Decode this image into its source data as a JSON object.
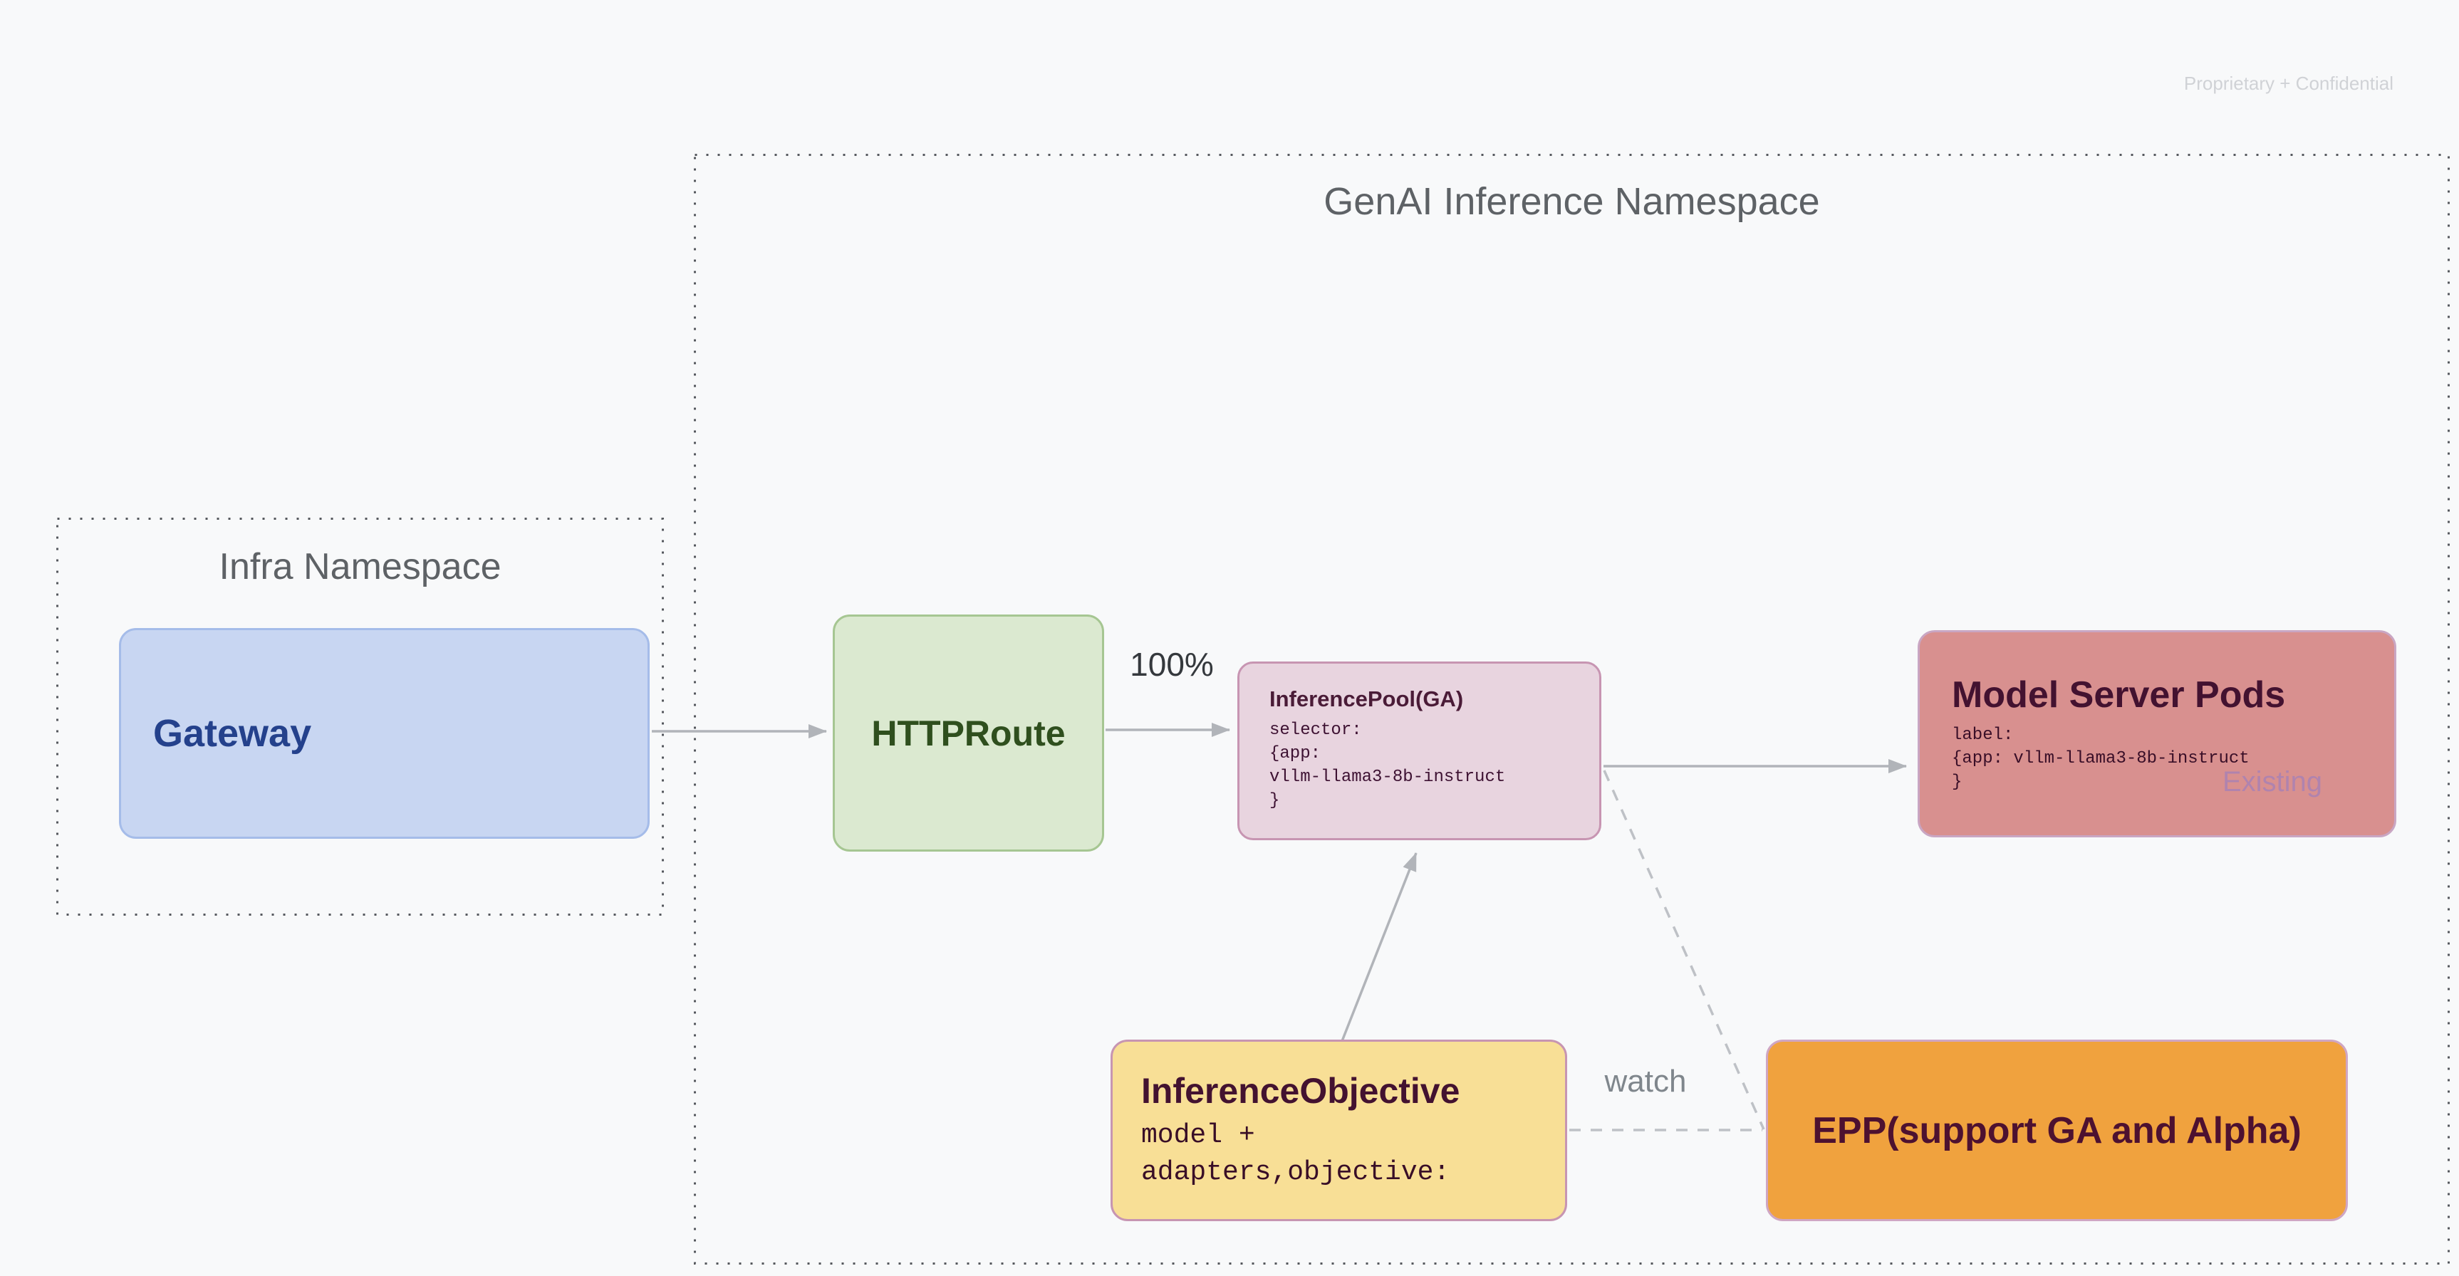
{
  "page": {
    "watermark": "Proprietary + Confidential",
    "background_color": "#f8f9fa"
  },
  "namespaces": {
    "genai": {
      "title": "GenAI Inference Namespace"
    },
    "infra": {
      "title": "Infra Namespace"
    }
  },
  "nodes": {
    "gateway": {
      "title": "Gateway",
      "fill": "#c8d6f2",
      "border": "#a5bce9",
      "text_color": "#24418c"
    },
    "httproute": {
      "title": "HTTPRoute",
      "fill": "#dbe9d0",
      "border": "#a6c692",
      "text_color": "#2f4f1e"
    },
    "inference_pool": {
      "title": "InferencePool(GA)",
      "code": [
        "selector:",
        "{app:",
        "vllm-llama3-8b-instruct",
        "}"
      ],
      "fill": "#e8d4df",
      "border": "#c795b2",
      "text_color": "#4a1b37"
    },
    "model_server_pods": {
      "title": "Model Server Pods",
      "code": [
        "label:",
        "{app: vllm-llama3-8b-instruct",
        "}"
      ],
      "badge": "Existing",
      "fill": "#d8908f",
      "border": "#c9a6c3",
      "text_color": "#431230",
      "badge_color": "#b083ae"
    },
    "inference_objective": {
      "title": "InferenceObjective",
      "code": [
        "model +",
        "adapters,objective:"
      ],
      "fill": "#f8df96",
      "border": "#c795b2",
      "text_color": "#431230"
    },
    "epp": {
      "title": "EPP(support GA and Alpha)",
      "fill": "#f0a23e",
      "border": "#cfa6c3",
      "text_color": "#4d1130"
    }
  },
  "edges": {
    "httproute_to_pool": {
      "label": "100%",
      "style": "solid-arrow"
    },
    "gateway_to_httproute": {
      "label": "",
      "style": "solid-arrow"
    },
    "pool_to_pods": {
      "label": "",
      "style": "solid-arrow"
    },
    "objective_to_pool": {
      "label": "",
      "style": "solid-arrow"
    },
    "pool_to_epp": {
      "label": "",
      "style": "dashed"
    },
    "objective_to_epp": {
      "label": "watch",
      "style": "dashed"
    },
    "arrow_color": "#b1b4b9",
    "dashed_color": "#bec1c6"
  }
}
